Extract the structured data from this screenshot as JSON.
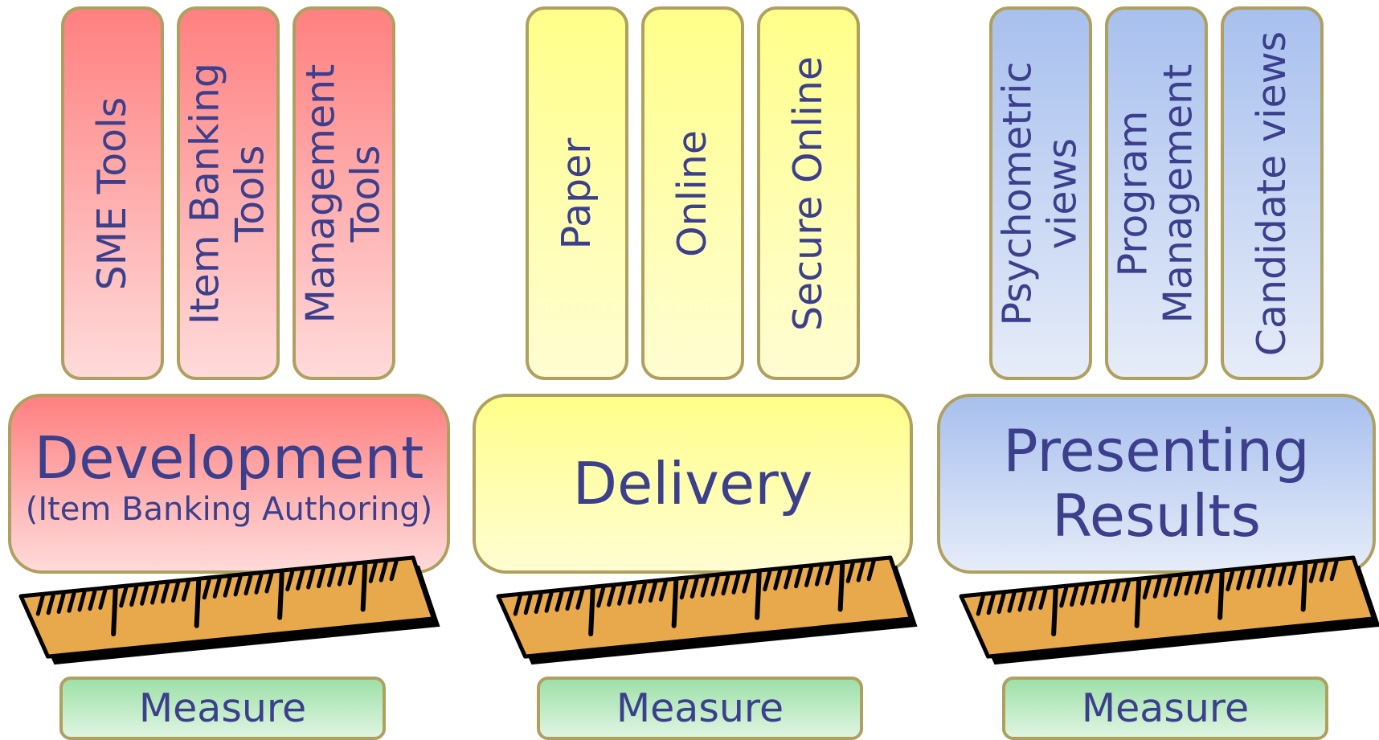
{
  "columns": [
    {
      "pillars": [
        "SME Tools",
        "Item Banking Tools",
        "Management Tools"
      ],
      "base_title": "Development",
      "base_subtitle": "(Item Banking Authoring)",
      "measure_label": "Measure"
    },
    {
      "pillars": [
        "Paper",
        "Online",
        "Secure Online"
      ],
      "base_title": "Delivery",
      "base_subtitle": "",
      "measure_label": "Measure"
    },
    {
      "pillars": [
        "Psychometric views",
        "Program Management",
        "Candidate views"
      ],
      "base_title": "Presenting Results",
      "base_subtitle": "",
      "measure_label": "Measure"
    }
  ],
  "colors": {
    "border": "#b0a060",
    "text": "#3b3f8c",
    "development": "#ff8080",
    "delivery": "#ffff8a",
    "presenting": "#a8c0ee",
    "measure": "#9ee0a8",
    "ruler": "#e8a84c"
  },
  "icons": [
    "ruler-icon"
  ]
}
